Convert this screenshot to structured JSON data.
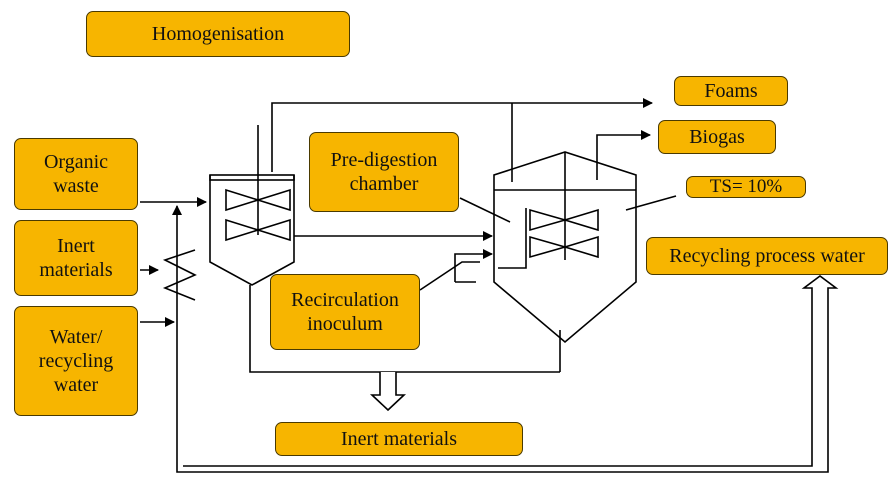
{
  "labels": {
    "homogenisation": "Homogenisation",
    "foams": "Foams",
    "biogas": "Biogas",
    "ts": "TS= 10%",
    "organic_waste": "Organic\nwaste",
    "inert_materials_in": "Inert\nmaterials",
    "water": "Water/\nrecycling\nwater",
    "pre_digestion": "Pre-digestion\nchamber",
    "recirculation": "Recirculation\ninoculum",
    "recycling_process_water": "Recycling process water",
    "inert_materials_out": "Inert materials"
  },
  "colors": {
    "box_fill": "#f7b500",
    "box_border": "#4a3a00",
    "line": "#000000"
  }
}
